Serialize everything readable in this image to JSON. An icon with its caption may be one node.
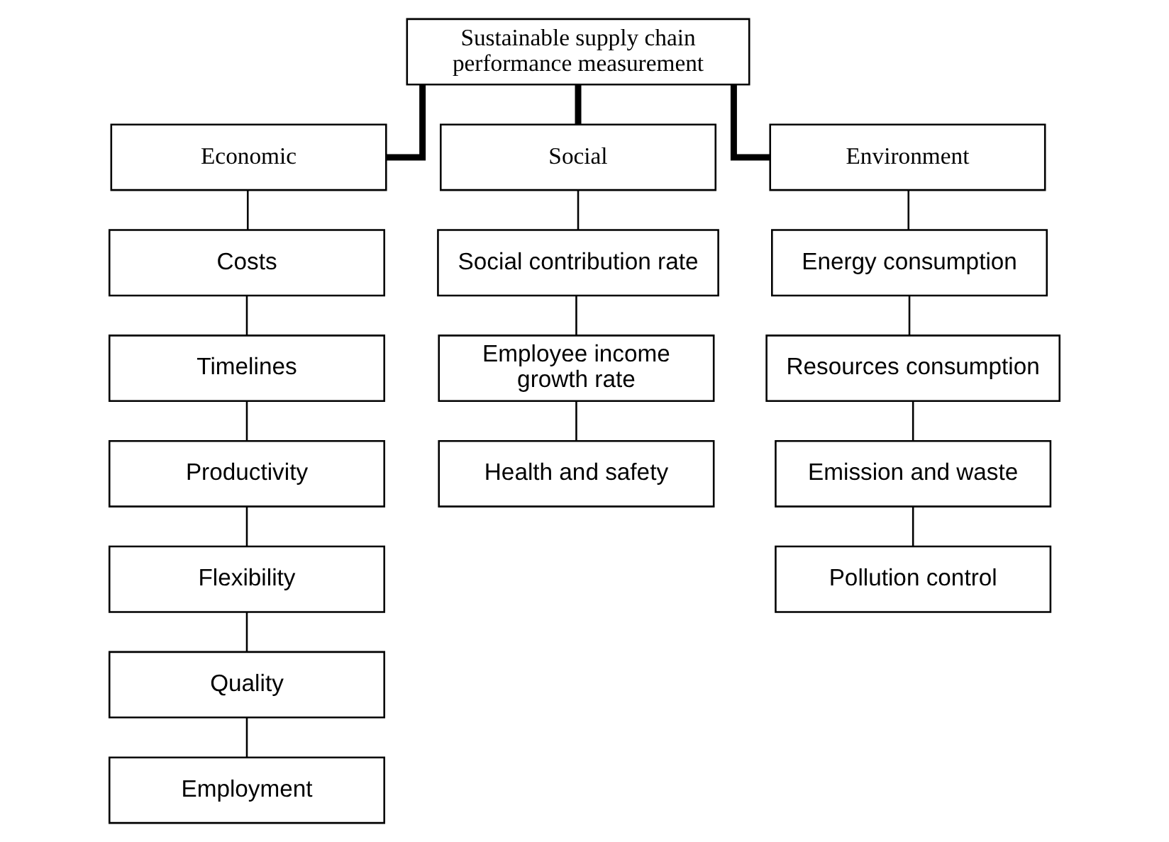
{
  "diagram": {
    "nodes": [
      {
        "text": [
          "Sustainable supply chain performance measurement"
        ]
      },
      {
        "text": [
          "Economic"
        ]
      },
      {
        "text": [
          "Social"
        ]
      },
      {
        "text": [
          "Environment"
        ]
      },
      {
        "text": [
          "Costs"
        ]
      },
      {
        "text": [
          "Timelines"
        ]
      },
      {
        "text": [
          "Productivity"
        ]
      },
      {
        "text": [
          "Flexibility"
        ]
      },
      {
        "text": [
          "Quality"
        ]
      },
      {
        "text": [
          "Employment"
        ]
      },
      {
        "text": [
          "Social contribution rate"
        ]
      },
      {
        "text": [
          "Employee income growth rate"
        ]
      },
      {
        "text": [
          "Health and safety"
        ]
      },
      {
        "text": [
          "Energy consumption"
        ]
      },
      {
        "text": [
          "Resources consumption"
        ]
      },
      {
        "text": [
          "Emission and waste"
        ]
      },
      {
        "text": [
          "Pollution control"
        ]
      }
    ],
    "edges": [
      {
        "from": 0,
        "to": 1,
        "arrow": "none",
        "style": "thick"
      },
      {
        "from": 0,
        "to": 2,
        "arrow": "none",
        "style": "thick"
      },
      {
        "from": 0,
        "to": 3,
        "arrow": "none",
        "style": "thick"
      },
      {
        "from": 1,
        "to": 4,
        "arrow": "none"
      },
      {
        "from": 4,
        "to": 5,
        "arrow": "none"
      },
      {
        "from": 5,
        "to": 6,
        "arrow": "none"
      },
      {
        "from": 6,
        "to": 7,
        "arrow": "none"
      },
      {
        "from": 7,
        "to": 8,
        "arrow": "none"
      },
      {
        "from": 8,
        "to": 9,
        "arrow": "none"
      },
      {
        "from": 2,
        "to": 10,
        "arrow": "none"
      },
      {
        "from": 10,
        "to": 11,
        "arrow": "none"
      },
      {
        "from": 11,
        "to": 12,
        "arrow": "none"
      },
      {
        "from": 3,
        "to": 13,
        "arrow": "none"
      },
      {
        "from": 13,
        "to": 14,
        "arrow": "none"
      },
      {
        "from": 14,
        "to": 15,
        "arrow": "none"
      },
      {
        "from": 15,
        "to": 16,
        "arrow": "none"
      }
    ]
  }
}
